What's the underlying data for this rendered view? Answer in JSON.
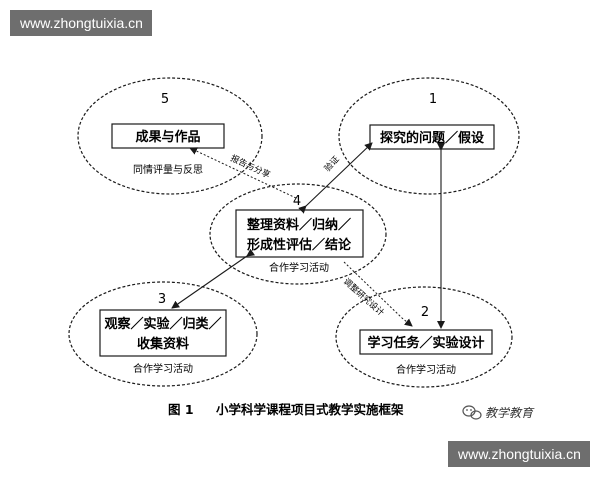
{
  "watermark": {
    "top": "www.zhongtuixia.cn",
    "bottom": "www.zhongtuixia.cn"
  },
  "nodes": {
    "n1": {
      "number": "1",
      "box": [
        "探究的问题／假设"
      ],
      "note": ""
    },
    "n2": {
      "number": "2",
      "box": [
        "学习任务／实验设计"
      ],
      "note": "合作学习活动"
    },
    "n3": {
      "number": "3",
      "box": [
        "观察／实验／归类／",
        "收集资料"
      ],
      "note": "合作学习活动"
    },
    "n4": {
      "number": "4",
      "box": [
        "整理资料／归纳／",
        "形成性评估／结论"
      ],
      "note": "合作学习活动"
    },
    "n5": {
      "number": "5",
      "box": [
        "成果与作品"
      ],
      "note": "同情评量与反思"
    }
  },
  "edges": {
    "e45": "报告与分享",
    "e41": "验证",
    "e42": "调整研究设计"
  },
  "caption": {
    "figure_label": "图 1",
    "title": "小学科学课程项目式教学实施框架"
  },
  "logo": {
    "text": "教学教育",
    "icon": "wechat-icon"
  },
  "colors": {
    "ink": "#1a1a1a",
    "watermark_bg": "#6e6e6e",
    "watermark_text": "#ffffff"
  }
}
